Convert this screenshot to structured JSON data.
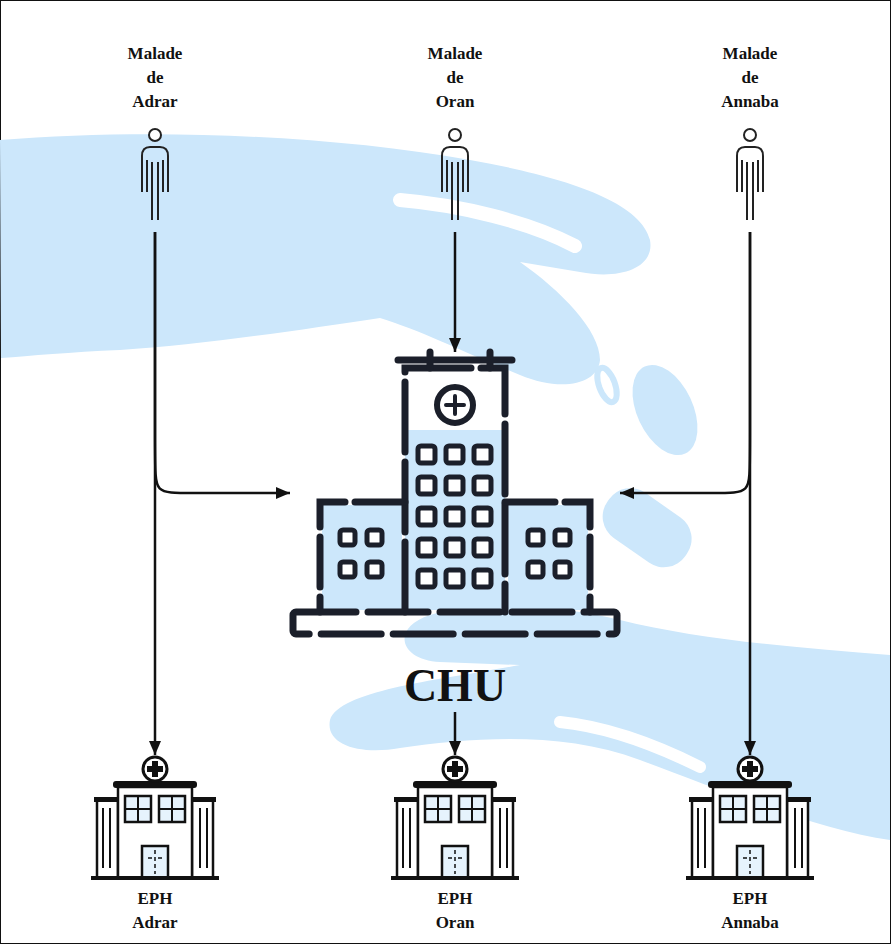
{
  "diagram": {
    "nodes": [
      {
        "text": [
          "Malade de Adrar"
        ]
      },
      {
        "text": [
          "Malade de Oran"
        ]
      },
      {
        "text": [
          "Malade de Annaba"
        ]
      },
      {
        "text": [
          "CHU"
        ]
      },
      {
        "text": [
          "EPH Adrar"
        ]
      },
      {
        "text": [
          "EPH Oran"
        ]
      },
      {
        "text": [
          "EPH Annaba"
        ]
      }
    ],
    "edges": [
      {
        "from": 0,
        "to": 3,
        "arrow": "to"
      },
      {
        "from": 0,
        "to": 4,
        "arrow": "to"
      },
      {
        "from": 1,
        "to": 3,
        "arrow": "to"
      },
      {
        "from": 2,
        "to": 3,
        "arrow": "to"
      },
      {
        "from": 2,
        "to": 6,
        "arrow": "to"
      },
      {
        "from": 3,
        "to": 5,
        "arrow": "to"
      }
    ]
  }
}
